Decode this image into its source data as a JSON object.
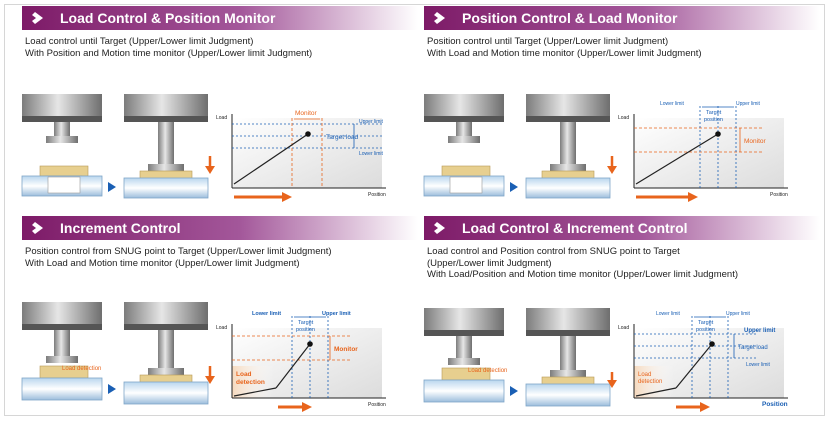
{
  "panels": [
    {
      "title": "Load Control & Position Monitor",
      "desc": [
        "Load control until Target (Upper/Lower limit Judgment)",
        "With Position and Motion time monitor (Upper/Lower limit Judgment)"
      ],
      "load_detection": "",
      "graph": {
        "y_label": "Load",
        "x_label": "Position",
        "labels": [
          {
            "key": "monitor",
            "text": "Monitor",
            "color": "#e8641c"
          },
          {
            "key": "upper",
            "text": "Upper limit",
            "color": "#1a5fb4"
          },
          {
            "key": "target",
            "text": "Target load",
            "color": "#1a5fb4"
          },
          {
            "key": "lower",
            "text": "Lower limit",
            "color": "#1a5fb4"
          }
        ]
      }
    },
    {
      "title": "Position Control & Load Monitor",
      "desc": [
        "Position control until Target (Upper/Lower limit Judgment)",
        "With Load and Motion time monitor (Upper/Lower limit Judgment)"
      ],
      "load_detection": "",
      "graph": {
        "y_label": "Load",
        "x_label": "Position",
        "labels": [
          {
            "key": "lower",
            "text": "Lower limit",
            "color": "#1a5fb4"
          },
          {
            "key": "upper",
            "text": "Upper limit",
            "color": "#1a5fb4"
          },
          {
            "key": "target1",
            "text": "Target",
            "color": "#1a5fb4"
          },
          {
            "key": "target2",
            "text": "position",
            "color": "#1a5fb4"
          },
          {
            "key": "monitor",
            "text": "Monitor",
            "color": "#e8641c"
          }
        ]
      }
    },
    {
      "title": "Increment Control",
      "desc": [
        "Position control from SNUG point to Target (Upper/Lower limit Judgment)",
        "With Load and Motion time monitor (Upper/Lower limit Judgment)"
      ],
      "load_detection": "Load detection",
      "graph": {
        "y_label": "Load",
        "x_label": "Position",
        "labels": [
          {
            "key": "lower",
            "text": "Lower limit",
            "color": "#1a5fb4"
          },
          {
            "key": "upper",
            "text": "Upper limit",
            "color": "#1a5fb4"
          },
          {
            "key": "target1",
            "text": "Target",
            "color": "#1a5fb4"
          },
          {
            "key": "target2",
            "text": "position",
            "color": "#1a5fb4"
          },
          {
            "key": "monitor",
            "text": "Monitor",
            "color": "#e8641c"
          },
          {
            "key": "ld1",
            "text": "Load",
            "color": "#e8641c"
          },
          {
            "key": "ld2",
            "text": "detection",
            "color": "#e8641c"
          }
        ]
      }
    },
    {
      "title": "Load Control & Increment Control",
      "desc": [
        "Load control and Position control from SNUG point to Target",
        "(Upper/Lower limit Judgment)",
        "With Load/Position and Motion time monitor (Upper/Lower limit Judgment)"
      ],
      "load_detection": "Load detection",
      "graph": {
        "y_label": "Load",
        "x_label": "Position",
        "labels": [
          {
            "key": "lower",
            "text": "Lower limit",
            "color": "#1a5fb4"
          },
          {
            "key": "upper",
            "text": "Upper limit",
            "color": "#1a5fb4"
          },
          {
            "key": "target1",
            "text": "Target",
            "color": "#1a5fb4"
          },
          {
            "key": "target2",
            "text": "position",
            "color": "#1a5fb4"
          },
          {
            "key": "upper2",
            "text": "Upper limit",
            "color": "#1a5fb4"
          },
          {
            "key": "target_load",
            "text": "Target load",
            "color": "#1a5fb4"
          },
          {
            "key": "lower2",
            "text": "Lower limit",
            "color": "#1a5fb4"
          },
          {
            "key": "ld1",
            "text": "Load",
            "color": "#e8641c"
          },
          {
            "key": "ld2",
            "text": "detection",
            "color": "#e8641c"
          }
        ]
      }
    }
  ],
  "colors": {
    "banner_start": "#7d1a67",
    "banner_end": "#ffffff",
    "blue": "#1a5fb4",
    "orange": "#e8641c",
    "workpiece": "#e7cf8f"
  },
  "icons": [
    "chevron-right-icon",
    "arrow-right-icon",
    "arrow-down-icon"
  ]
}
